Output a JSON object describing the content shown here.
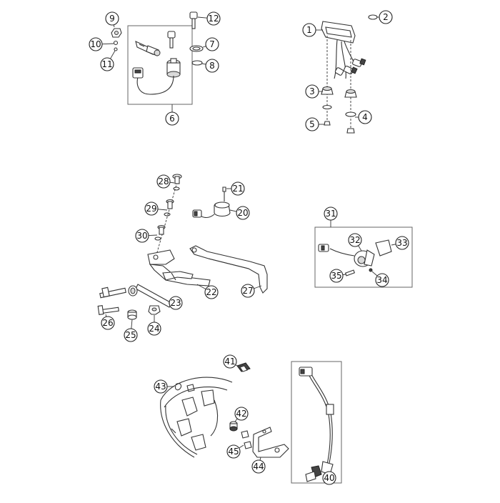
{
  "callouts": [
    {
      "id": "1",
      "label": "1"
    },
    {
      "id": "2",
      "label": "2"
    },
    {
      "id": "3",
      "label": "3"
    },
    {
      "id": "4",
      "label": "4"
    },
    {
      "id": "5",
      "label": "5"
    },
    {
      "id": "6",
      "label": "6"
    },
    {
      "id": "7",
      "label": "7"
    },
    {
      "id": "8",
      "label": "8"
    },
    {
      "id": "9",
      "label": "9"
    },
    {
      "id": "10",
      "label": "10"
    },
    {
      "id": "11",
      "label": "11"
    },
    {
      "id": "12",
      "label": "12"
    },
    {
      "id": "20",
      "label": "20"
    },
    {
      "id": "21",
      "label": "21"
    },
    {
      "id": "22",
      "label": "22"
    },
    {
      "id": "23",
      "label": "23"
    },
    {
      "id": "24",
      "label": "24"
    },
    {
      "id": "25",
      "label": "25"
    },
    {
      "id": "26",
      "label": "26"
    },
    {
      "id": "27",
      "label": "27"
    },
    {
      "id": "28",
      "label": "28"
    },
    {
      "id": "29",
      "label": "29"
    },
    {
      "id": "30",
      "label": "30"
    },
    {
      "id": "31",
      "label": "31"
    },
    {
      "id": "32",
      "label": "32"
    },
    {
      "id": "33",
      "label": "33"
    },
    {
      "id": "34",
      "label": "34"
    },
    {
      "id": "35",
      "label": "35"
    },
    {
      "id": "40",
      "label": "40"
    },
    {
      "id": "41",
      "label": "41"
    },
    {
      "id": "42",
      "label": "42"
    },
    {
      "id": "43",
      "label": "43"
    },
    {
      "id": "44",
      "label": "44"
    },
    {
      "id": "45",
      "label": "45"
    }
  ]
}
